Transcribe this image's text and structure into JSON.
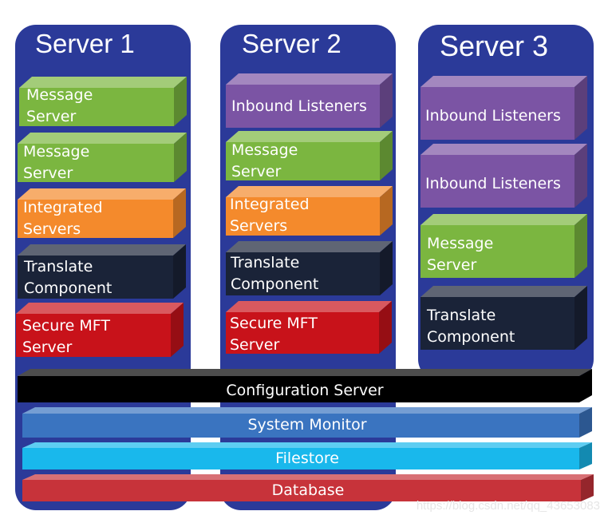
{
  "servers": [
    {
      "title": "Server 1",
      "blocks": [
        {
          "label": "Message\nServer",
          "type": "message"
        },
        {
          "label": "Message\nServer",
          "type": "message"
        },
        {
          "label": "Integrated\nServers",
          "type": "integrated"
        },
        {
          "label": "Translate\nComponent",
          "type": "translate"
        },
        {
          "label": "Secure MFT\nServer",
          "type": "secure"
        }
      ]
    },
    {
      "title": "Server 2",
      "blocks": [
        {
          "label": "Inbound Listeners",
          "type": "inbound"
        },
        {
          "label": "Message\nServer",
          "type": "message"
        },
        {
          "label": "Integrated\nServers",
          "type": "integrated"
        },
        {
          "label": "Translate\nComponent",
          "type": "translate"
        },
        {
          "label": "Secure MFT\nServer",
          "type": "secure"
        }
      ]
    },
    {
      "title": "Server 3",
      "blocks": [
        {
          "label": "Inbound Listeners",
          "type": "inbound"
        },
        {
          "label": "Inbound Listeners",
          "type": "inbound"
        },
        {
          "label": "Message\nServer",
          "type": "message"
        },
        {
          "label": "Translate\nComponent",
          "type": "translate"
        }
      ]
    }
  ],
  "shared_layers": [
    {
      "label": "Configuration Server",
      "type": "config"
    },
    {
      "label": "System Monitor",
      "type": "monitor"
    },
    {
      "label": "Filestore",
      "type": "filestore"
    },
    {
      "label": "Database",
      "type": "database"
    }
  ],
  "colors": {
    "server_bg": "#2b3a99",
    "message": "#7bb640",
    "integrated": "#f48a2c",
    "translate": "#1a2338",
    "secure": "#c8121a",
    "inbound": "#7b54a4",
    "config": "#000000",
    "monitor": "#3a74c0",
    "filestore": "#19b8ec",
    "database": "#c7333a"
  },
  "watermark": "https://blog.csdn.net/qq_43653083"
}
